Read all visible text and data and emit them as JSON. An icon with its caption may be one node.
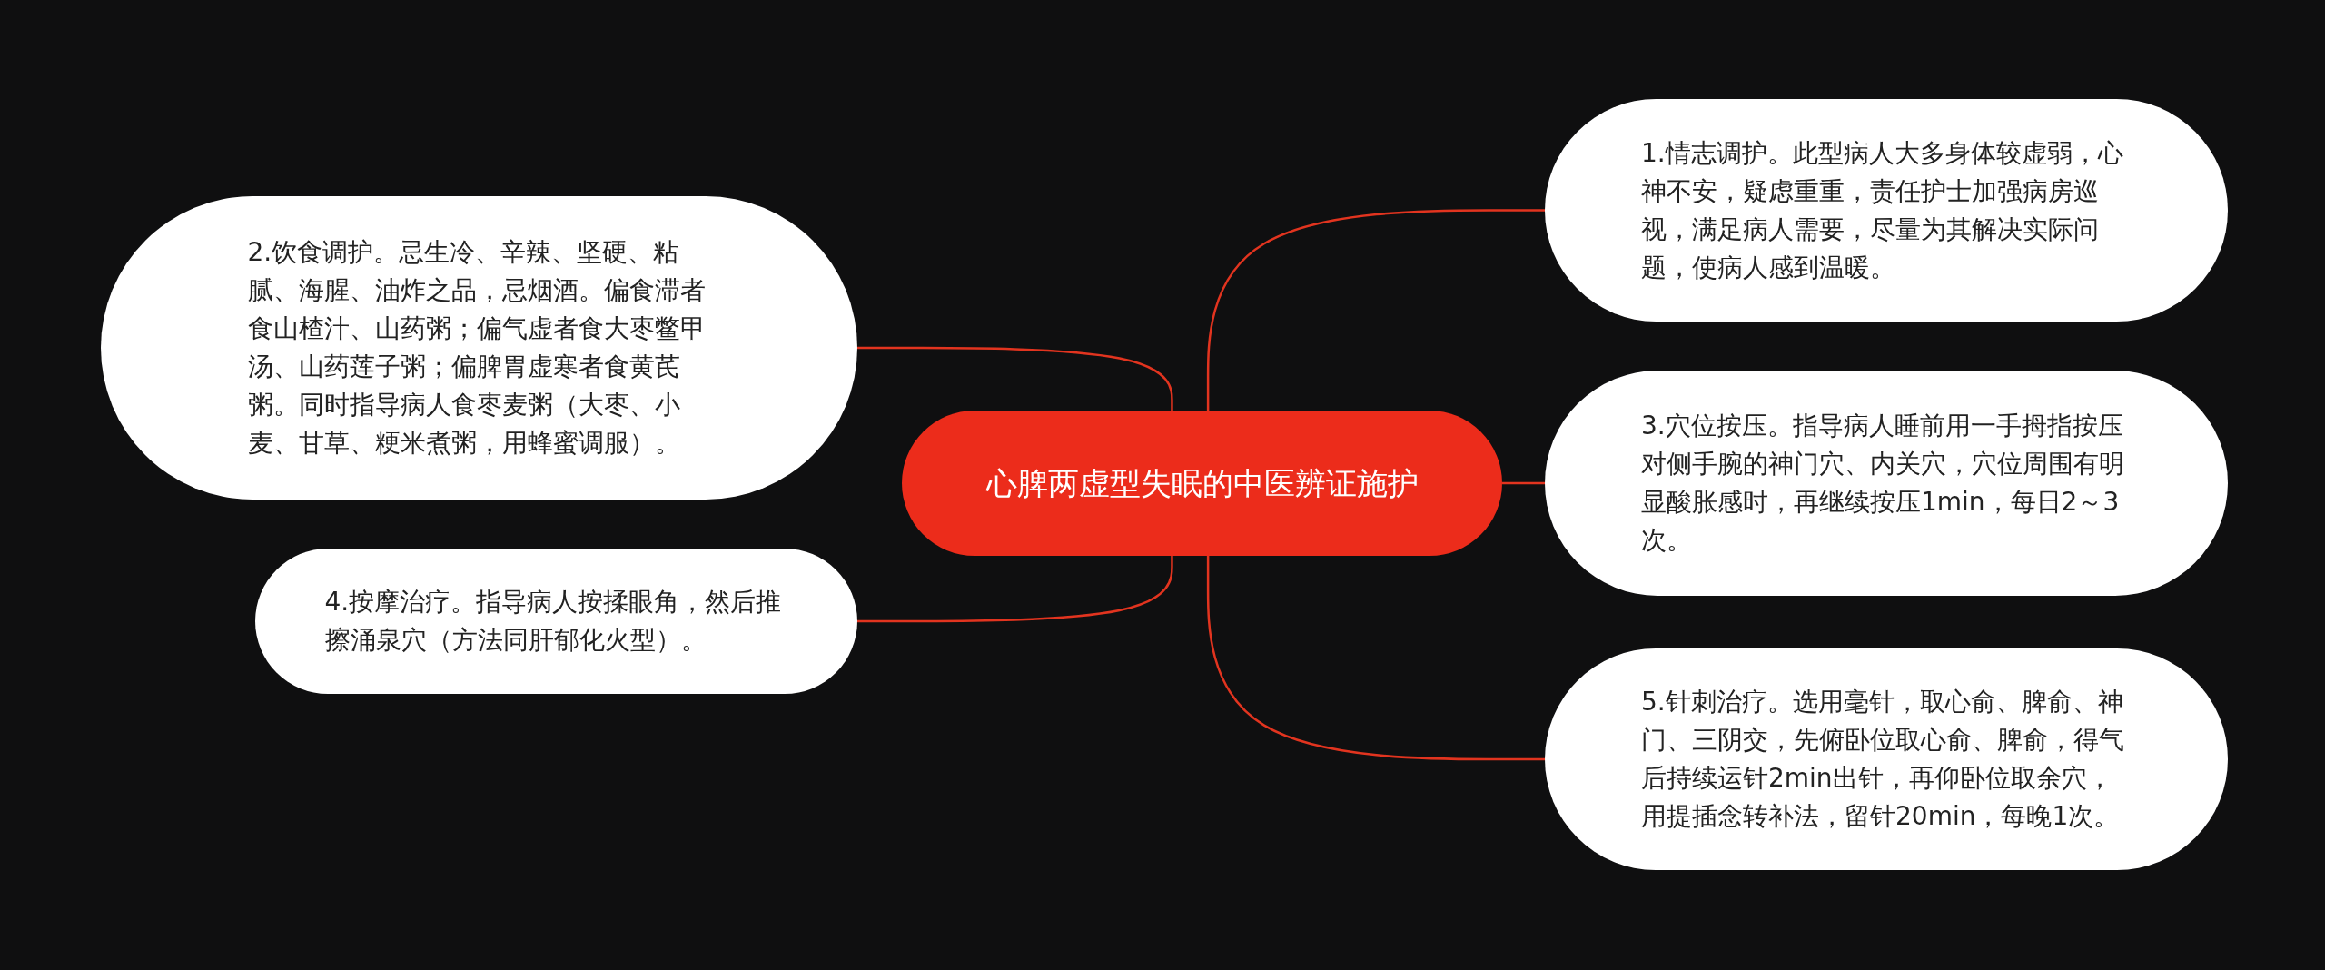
{
  "diagram": {
    "nodes": [
      {
        "text": [
          "心脾两虚型失眠的中医辨证施护"
        ]
      },
      {
        "text": [
          "1.情志调护。此型病人大多身体较虚弱，心神不安，疑虑重重，责任护士加强病房巡视，满足病人需要，尽量为其解决实际问题，使病人感到温暖。"
        ]
      },
      {
        "text": [
          "2.饮食调护。忌生冷、辛辣、坚硬、粘腻、海腥、油炸之品，忌烟酒。偏食滞者食山楂汁、山药粥；偏气虚者食大枣鳖甲汤、山药莲子粥；偏脾胃虚寒者食黄芪粥。同时指导病人食枣麦粥（大枣、小麦、甘草、粳米煮粥，用蜂蜜调服）。"
        ]
      },
      {
        "text": [
          "3.穴位按压。指导病人睡前用一手拇指按压对侧手腕的神门穴、内关穴，穴位周围有明显酸胀感时，再继续按压1min，每日2～3次。"
        ]
      },
      {
        "text": [
          "4.按摩治疗。指导病人按揉眼角，然后推擦涌泉穴（方法同肝郁化火型）。"
        ]
      },
      {
        "text": [
          "5.针刺治疗。选用毫针，取心俞、脾俞、神门、三阴交，先俯卧位取心俞、脾俞，得气后持续运针2min出针，再仰卧位取余穴，用提插念转补法，留针20min，每晚1次。"
        ]
      }
    ],
    "edges": [
      {
        "from": 0,
        "to": 1,
        "arrow": "none"
      },
      {
        "from": 0,
        "to": 2,
        "arrow": "none"
      },
      {
        "from": 0,
        "to": 3,
        "arrow": "none"
      },
      {
        "from": 0,
        "to": 4,
        "arrow": "none"
      },
      {
        "from": 0,
        "to": 5,
        "arrow": "none"
      }
    ]
  }
}
